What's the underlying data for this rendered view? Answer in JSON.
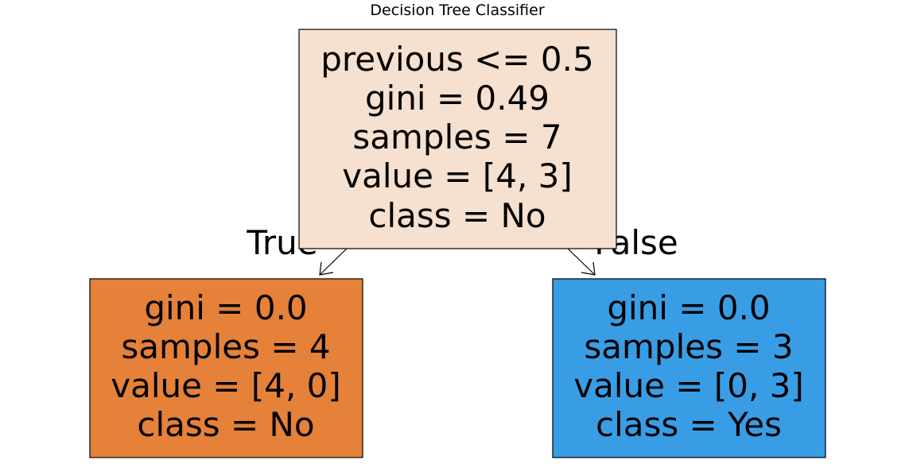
{
  "title": "Decision Tree Classifier",
  "edges": {
    "true_label": "True",
    "false_label": "False"
  },
  "nodes": {
    "root": {
      "color": "#f6e0d0",
      "lines": [
        "previous <= 0.5",
        "gini = 0.49",
        "samples = 7",
        "value = [4, 3]",
        "class = No"
      ]
    },
    "left": {
      "color": "#e58139",
      "lines": [
        "gini = 0.0",
        "samples = 4",
        "value = [4, 0]",
        "class = No"
      ]
    },
    "right": {
      "color": "#399de5",
      "lines": [
        "gini = 0.0",
        "samples = 3",
        "value = [0, 3]",
        "class = Yes"
      ]
    }
  }
}
